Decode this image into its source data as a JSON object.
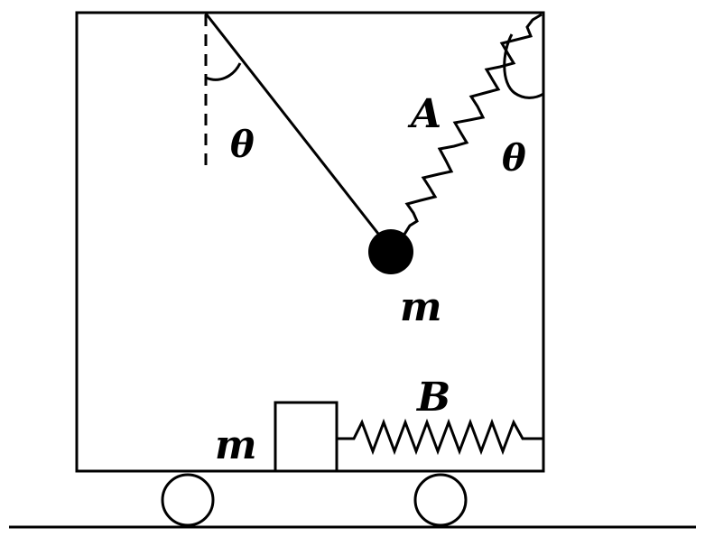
{
  "labels": {
    "theta_left": "θ",
    "spring_a": "A",
    "theta_right": "θ",
    "ball_mass": "m",
    "spring_b": "B",
    "block_mass": "m"
  },
  "colors": {
    "ink": "#000000",
    "background": "#ffffff"
  }
}
